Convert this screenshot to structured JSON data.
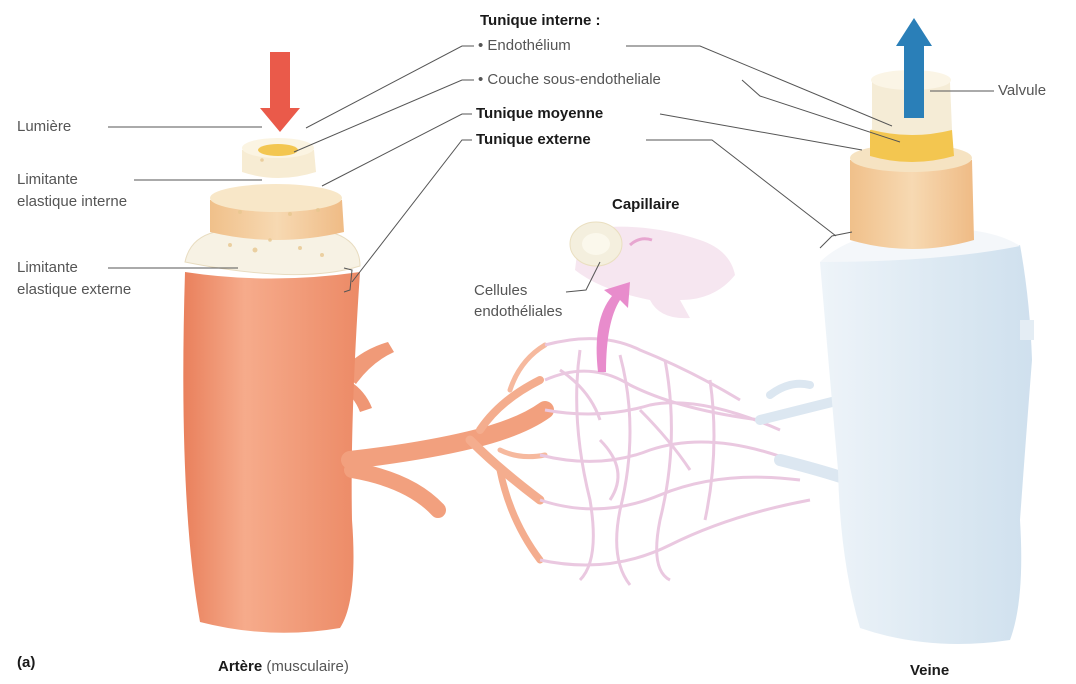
{
  "labels": {
    "tunique_interne": "Tunique interne :",
    "endothelium": "• Endothélium",
    "couche_sous_endotheliale": "• Couche sous-endotheliale",
    "tunique_moyenne": "Tunique moyenne",
    "tunique_externe": "Tunique externe",
    "lumiere": "Lumière",
    "limitante_interne_1": "Limitante",
    "limitante_interne_2": "elastique interne",
    "limitante_externe_1": "Limitante",
    "limitante_externe_2": "elastique externe",
    "capillaire": "Capillaire",
    "cellules_1": "Cellules",
    "cellules_2": "endothéliales",
    "valvule": "Valvule",
    "panel": "(a)",
    "artere": "Artère",
    "artere_sub": "(musculaire)",
    "veine": "Veine"
  },
  "colors": {
    "artery": "#f4a07f",
    "artery_dark": "#e8825e",
    "vein": "#dde9f3",
    "capillary": "#f0dcec",
    "arrow_red": "#ea5a4a",
    "arrow_blue": "#2c7fb8",
    "arrow_pink": "#e07cc0",
    "layer_yellow": "#f3c650",
    "layer_tan": "#f2c89a"
  }
}
